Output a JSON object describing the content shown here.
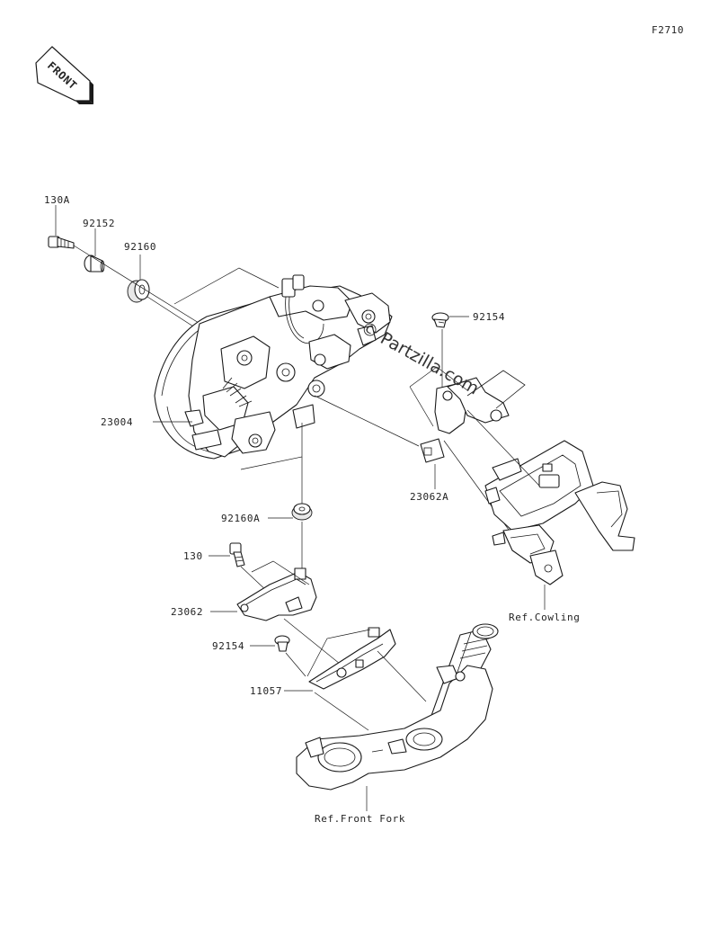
{
  "figure_code": "F2710",
  "front_badge": "FRONT",
  "watermark": "© Partzilla.com",
  "labels": {
    "p130A": "130A",
    "p92152": "92152",
    "p92160": "92160",
    "p23004": "23004",
    "p92154_top": "92154",
    "p23062A": "23062A",
    "p92160A": "92160A",
    "p130": "130",
    "p23062": "23062",
    "p92154_bottom": "92154",
    "p11057": "11057",
    "ref_cowling": "Ref.Cowling",
    "ref_front_fork": "Ref.Front Fork"
  }
}
